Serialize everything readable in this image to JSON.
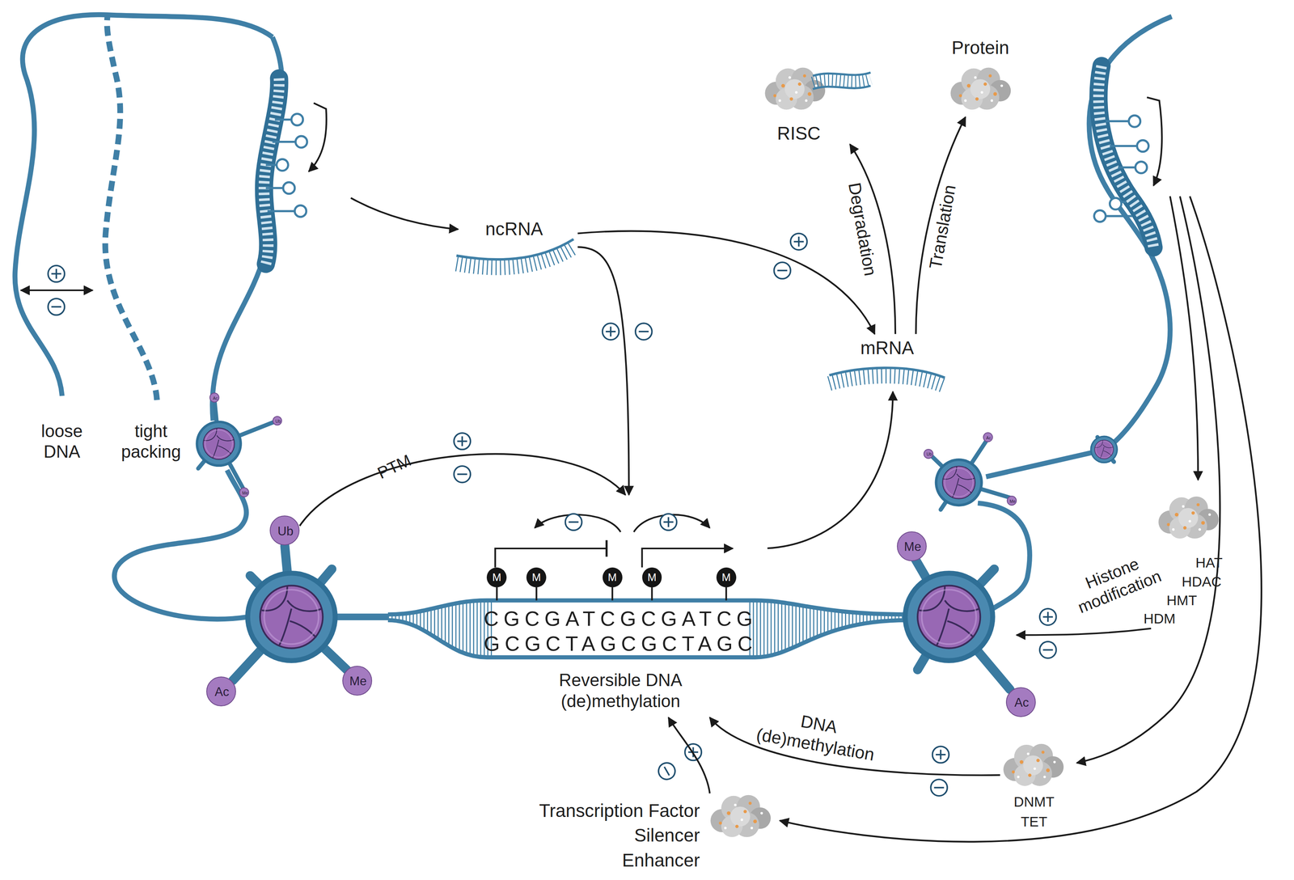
{
  "diagram": {
    "nodes": [
      {
        "text": [
          "ncRNA"
        ]
      },
      {
        "text": [
          "mRNA"
        ]
      },
      {
        "text": [
          "RISC"
        ]
      },
      {
        "text": [
          "Protein"
        ]
      },
      {
        "text": [
          "CGCGATCGCGATCG",
          "GCGCTAGCGCTAGC",
          "Reversible DNA (de)methylation"
        ]
      },
      {
        "text": [
          "M"
        ],
        "in": 4
      },
      {
        "text": [
          "M"
        ],
        "in": 4
      },
      {
        "text": [
          "M"
        ],
        "in": 4
      },
      {
        "text": [
          "M"
        ],
        "in": 4
      },
      {
        "text": [
          "M"
        ],
        "in": 4
      },
      {
        "text": [
          "HAT",
          "HDAC",
          "HMT",
          "HDM"
        ]
      },
      {
        "text": [
          "DNMT",
          "TET"
        ]
      },
      {
        "text": [
          "Transcription Factor",
          "Silencer",
          "Enhancer"
        ]
      },
      {
        "text": [
          "Ub"
        ]
      },
      {
        "text": [
          "Ac"
        ]
      },
      {
        "text": [
          "Me"
        ]
      },
      {
        "text": [
          "Me"
        ]
      },
      {
        "text": [
          "Ac"
        ]
      },
      {
        "text": [
          "Ac"
        ]
      },
      {
        "text": [
          "Ub"
        ]
      },
      {
        "text": [
          "Me"
        ]
      },
      {
        "text": [
          "Ac"
        ]
      },
      {
        "text": [
          "Ub"
        ]
      },
      {
        "text": [
          "Me"
        ]
      }
    ],
    "edges": [
      {
        "from": 0,
        "to": 1,
        "arrow": "to"
      },
      {
        "from": 0,
        "to": 4,
        "arrow": "to"
      },
      {
        "from": 1,
        "to": 2,
        "label": "Degradation",
        "arrow": "to"
      },
      {
        "from": 1,
        "to": 3,
        "label": "Translation",
        "arrow": "to"
      },
      {
        "from": 4,
        "to": 1,
        "arrow": "to"
      },
      {
        "from": 13,
        "to": 4,
        "label": "PTM",
        "arrow": "to"
      },
      {
        "from": 11,
        "to": 4,
        "label": "DNA (de)methylation",
        "arrow": "to"
      },
      {
        "from": 12,
        "to": 4,
        "arrow": "to"
      }
    ],
    "labels": [
      "loose DNA",
      "tight packing",
      "Histone modification"
    ]
  }
}
